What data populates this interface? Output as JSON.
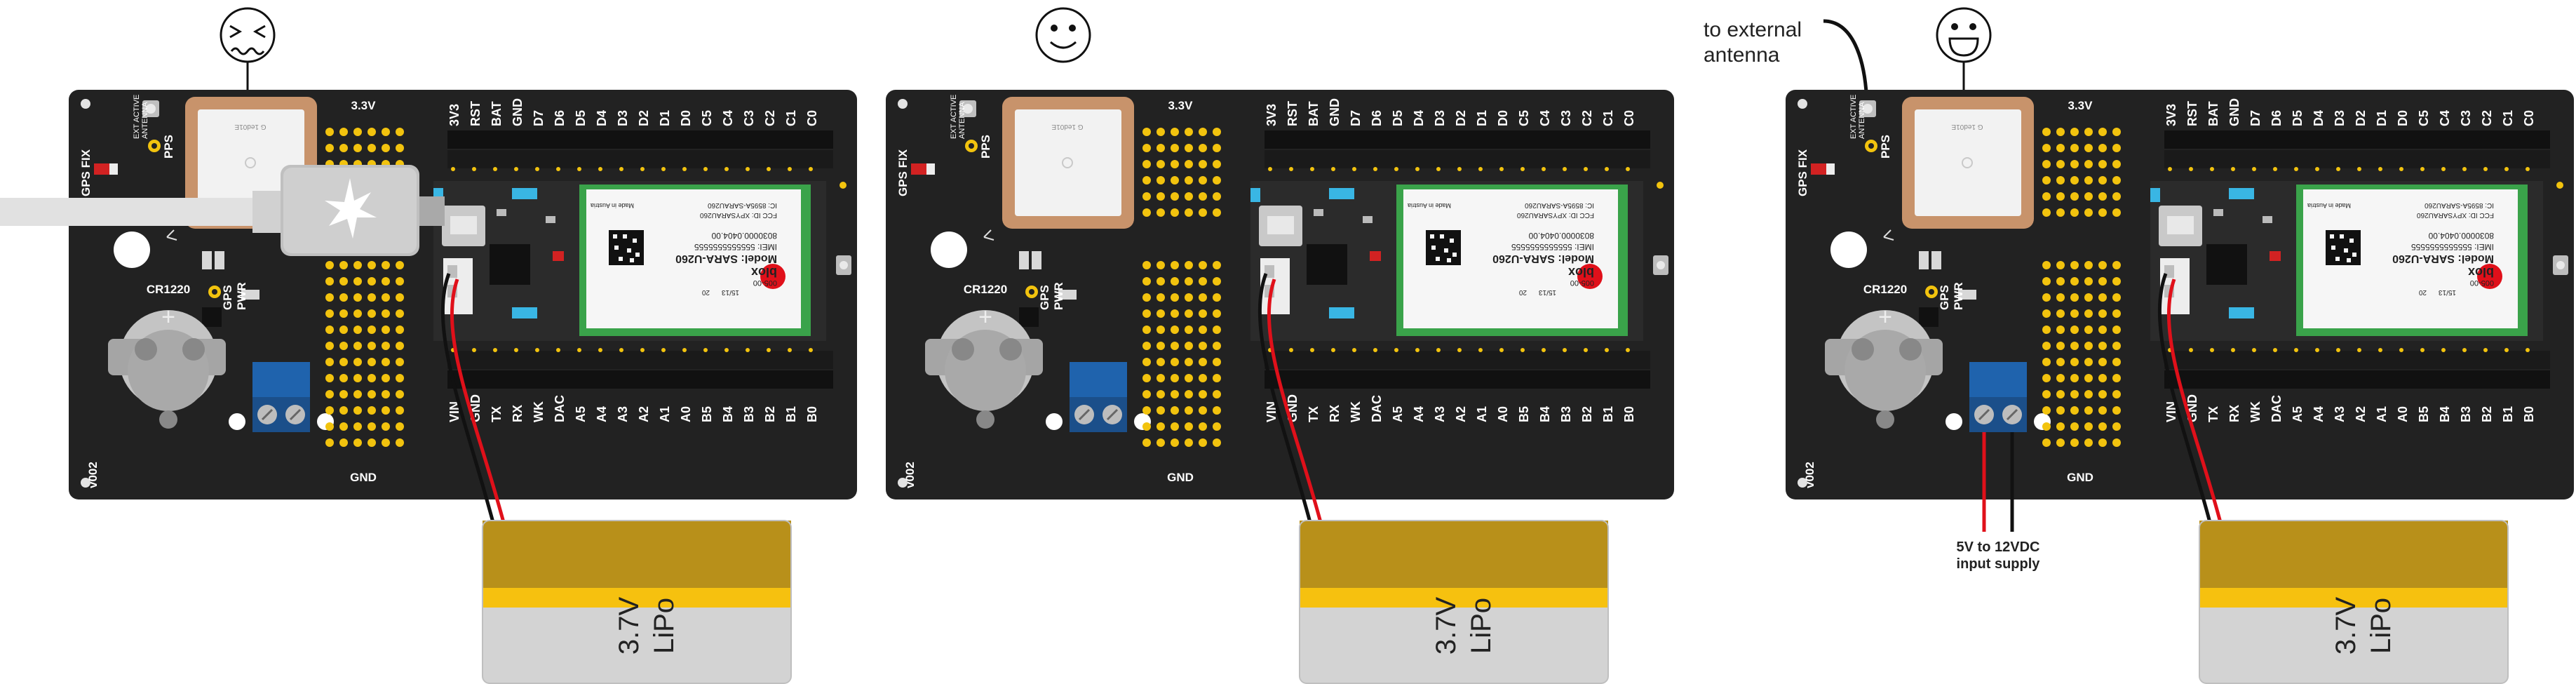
{
  "panels": [
    {
      "id": "usb",
      "face_icon": "angry-face-icon",
      "has_usb_cable": true,
      "has_dc_wires": false,
      "has_antenna_wire": false
    },
    {
      "id": "battery",
      "face_icon": "smiley-face-icon",
      "has_usb_cable": false,
      "has_dc_wires": false,
      "has_antenna_wire": false
    },
    {
      "id": "dc-supply",
      "face_icon": "grinning-face-icon",
      "has_usb_cable": false,
      "has_dc_wires": true,
      "has_antenna_wire": true
    }
  ],
  "board": {
    "gps_fix": "GPS FIX",
    "ext_antenna": [
      "EXT ACTIVE",
      "ANTENNA"
    ],
    "pps": "PPS",
    "gps_pwr": [
      "GPS",
      "PWR"
    ],
    "coin_cell": "CR1220",
    "v002": "v002",
    "rail_3v3": "3.3V",
    "rail_gnd": "GND",
    "plus_sign": "+",
    "minus_sign": "−",
    "gps_module_text": "G 1ed01E",
    "top_pins": [
      "3V3",
      "RST",
      "BAT",
      "GND",
      "D7",
      "D6",
      "D5",
      "D4",
      "D3",
      "D2",
      "D1",
      "D0",
      "C5",
      "C4",
      "C3",
      "C2",
      "C1",
      "C0"
    ],
    "bottom_pins": [
      "VIN",
      "GND",
      "TX",
      "RX",
      "WK",
      "DAC",
      "A5",
      "A4",
      "A3",
      "A2",
      "A1",
      "A0",
      "B5",
      "B4",
      "B3",
      "B2",
      "B1",
      "B0"
    ],
    "modem": {
      "brand": "blox",
      "model": "Model: SARA-U260",
      "imei": "IMEI: 5555555555555",
      "serial": "8030000.0404.00",
      "fcc": "FCC ID: XPYSARAU260",
      "ic": "IC: 8595A-SARAU260",
      "made": "Made in Austria",
      "code": "005-00",
      "date": "15/13",
      "rev": "20"
    }
  },
  "battery": {
    "voltage": "3.7V",
    "chem": "LiPo"
  },
  "annotations": {
    "antenna": [
      "to external",
      "antenna"
    ],
    "supply": [
      "5V to 12VDC",
      "input supply"
    ]
  },
  "colors": {
    "pcb": "#222222",
    "pad": "#f2c30e",
    "gps_ceramic": "#c8936b",
    "modem_green": "#3aa34a",
    "terminal_blue": "#1f63ad",
    "battery_body": "#d3d3d3",
    "battery_tape": "#b8901a",
    "wire_red": "#e0101a",
    "wire_black": "#111111",
    "usb_led": "#39b6e4"
  }
}
